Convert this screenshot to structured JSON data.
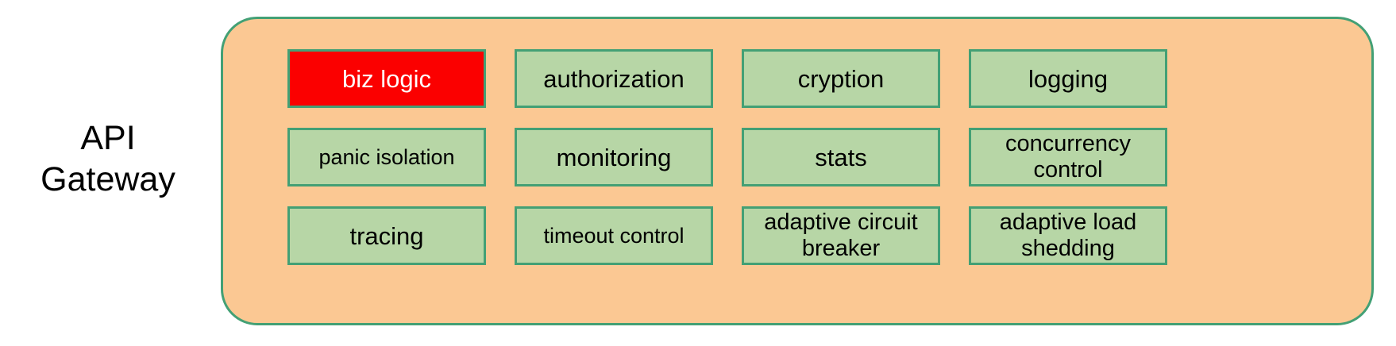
{
  "diagram": {
    "type": "block-diagram",
    "side_label": "API\nGateway",
    "container": {
      "name": "api-gateway-container",
      "fill_color": "#fbc893",
      "border_color": "#43a075"
    },
    "colors": {
      "container_fill": "#fbc893",
      "container_border": "#43a075",
      "cell_fill": "#b7d6a6",
      "cell_border": "#43a075",
      "highlight_fill": "#fb0000",
      "highlight_text": "#ffffff",
      "text": "#000000",
      "page_background": "#ffffff"
    },
    "rows": [
      {
        "cells": [
          {
            "label": "biz logic",
            "highlight": true,
            "size": "normal"
          },
          {
            "label": "authorization",
            "highlight": false,
            "size": "normal"
          },
          {
            "label": "cryption",
            "highlight": false,
            "size": "normal"
          },
          {
            "label": "logging",
            "highlight": false,
            "size": "normal"
          }
        ]
      },
      {
        "cells": [
          {
            "label": "panic isolation",
            "highlight": false,
            "size": "small"
          },
          {
            "label": "monitoring",
            "highlight": false,
            "size": "normal"
          },
          {
            "label": "stats",
            "highlight": false,
            "size": "normal"
          },
          {
            "label": "concurrency\ncontrol",
            "highlight": false,
            "size": "wrap"
          }
        ]
      },
      {
        "cells": [
          {
            "label": "tracing",
            "highlight": false,
            "size": "normal"
          },
          {
            "label": "timeout control",
            "highlight": false,
            "size": "small"
          },
          {
            "label": "adaptive circuit\nbreaker",
            "highlight": false,
            "size": "wrap"
          },
          {
            "label": "adaptive load\nshedding",
            "highlight": false,
            "size": "wrap"
          }
        ]
      }
    ]
  }
}
